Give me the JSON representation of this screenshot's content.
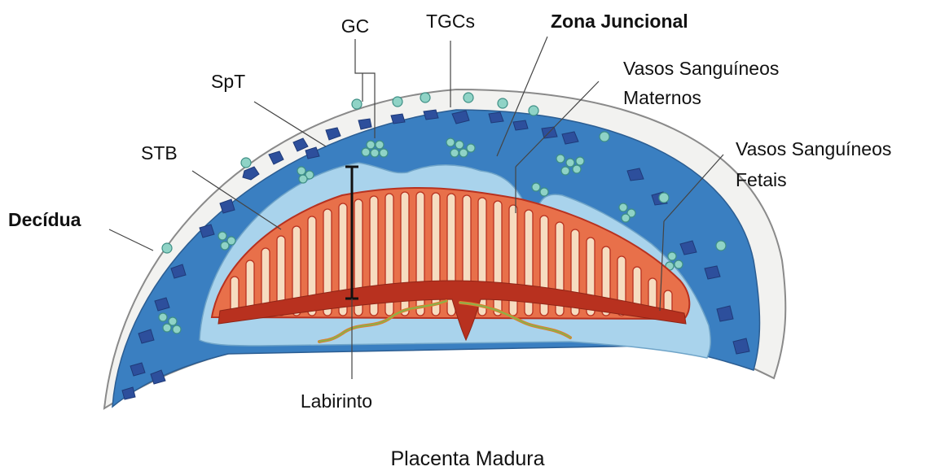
{
  "figure": {
    "caption": "Placenta Madura",
    "labels": {
      "gc": "GC",
      "tgcs": "TGCs",
      "zona_juncional": "Zona Juncional",
      "vasos_maternos_line1": "Vasos Sanguíneos",
      "vasos_maternos_line2": "Maternos",
      "spt": "SpT",
      "stb": "STB",
      "vasos_fetais_line1": "Vasos Sanguíneos",
      "vasos_fetais_line2": "Fetais",
      "decidua": "Decídua",
      "labirinto": "Labirinto"
    }
  },
  "colors": {
    "decidua_fill": "#f2f2f0",
    "junctional_zone": "#3a7fc1",
    "labyrinth": "#a9d3ec",
    "fetal_red": "#b8311f",
    "villus_orange": "#e8704a",
    "villus_cream": "#f6dcc0",
    "glycogen_cells": "#8fd3c6",
    "spongiotrophoblast_cells": "#2d4f9c",
    "umbilical_vessel_green": "#8bb04a"
  }
}
